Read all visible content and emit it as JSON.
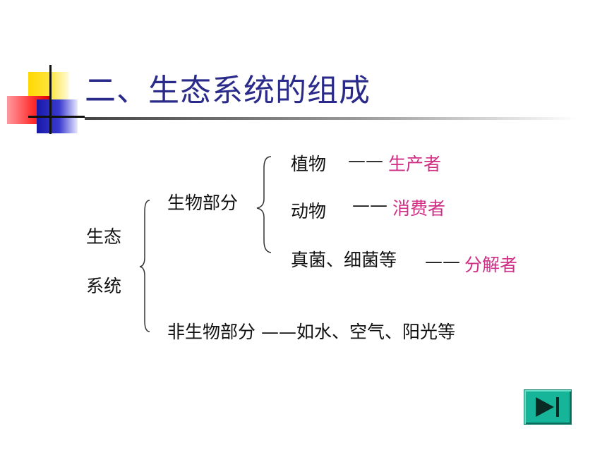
{
  "slide": {
    "title": "二、生态系统的组成",
    "root": {
      "line1": "生态",
      "line2": "系统"
    },
    "biotic": {
      "label": "生物部分",
      "items": [
        {
          "name": "植物",
          "dash": "——",
          "role": "生产者"
        },
        {
          "name": "动物",
          "dash": "——",
          "role": "消费者"
        },
        {
          "name": "真菌、细菌等",
          "dash": "——",
          "role": "分解者"
        }
      ]
    },
    "abiotic": {
      "label": "非生物部分",
      "dash": "——",
      "desc": "如水、空气、阳光等"
    }
  },
  "nav": {
    "icon": "skip-forward-icon"
  },
  "colors": {
    "title": "#2a2a8a",
    "role": "#d02f86",
    "nav_button": "#16b59a"
  }
}
